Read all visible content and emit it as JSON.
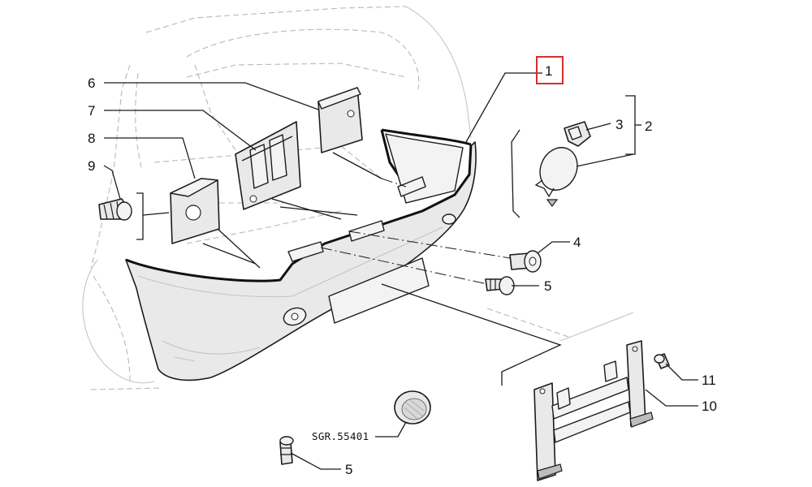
{
  "diagram": {
    "callouts": [
      {
        "id": "callout-1",
        "text": "1",
        "highlighted": true
      },
      {
        "id": "callout-2",
        "text": "2"
      },
      {
        "id": "callout-3",
        "text": "3"
      },
      {
        "id": "callout-4",
        "text": "4"
      },
      {
        "id": "callout-5a",
        "text": "5"
      },
      {
        "id": "callout-5b",
        "text": "5"
      },
      {
        "id": "callout-6",
        "text": "6"
      },
      {
        "id": "callout-7",
        "text": "7"
      },
      {
        "id": "callout-8",
        "text": "8"
      },
      {
        "id": "callout-9",
        "text": "9"
      },
      {
        "id": "callout-10",
        "text": "10"
      },
      {
        "id": "callout-11",
        "text": "11"
      }
    ],
    "part_code": "SGR.55401",
    "highlight_color": "#d32f2f"
  }
}
